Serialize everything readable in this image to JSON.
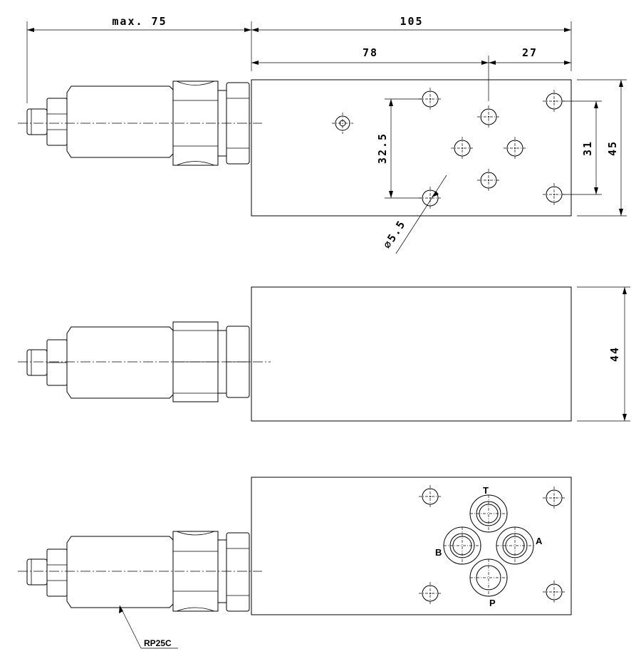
{
  "dimensions": {
    "max_length": "max. 75",
    "body_length": "105",
    "hole_offset_left": "78",
    "hole_offset_right": "27",
    "hole_spacing_vertical": "32.5",
    "inner_hole_height": "31",
    "body_height_top": "45",
    "body_height_side": "44",
    "hole_diameter": "⌀5.5"
  },
  "ports": {
    "tank": "T",
    "port_a": "A",
    "port_b": "B",
    "pressure": "P"
  },
  "part_reference": "RP25C"
}
